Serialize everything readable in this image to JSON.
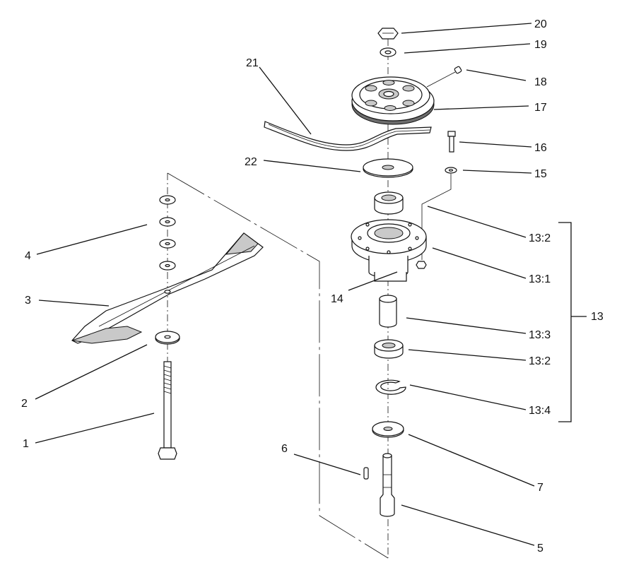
{
  "callouts": [
    {
      "id": "1",
      "text": "1"
    },
    {
      "id": "2",
      "text": "2"
    },
    {
      "id": "3",
      "text": "3"
    },
    {
      "id": "4",
      "text": "4"
    },
    {
      "id": "5",
      "text": "5"
    },
    {
      "id": "6",
      "text": "6"
    },
    {
      "id": "7",
      "text": "7"
    },
    {
      "id": "13",
      "text": "13"
    },
    {
      "id": "13-1",
      "text": "13:1"
    },
    {
      "id": "13-2a",
      "text": "13:2"
    },
    {
      "id": "13-2b",
      "text": "13:2"
    },
    {
      "id": "13-3",
      "text": "13:3"
    },
    {
      "id": "13-4",
      "text": "13:4"
    },
    {
      "id": "14",
      "text": "14"
    },
    {
      "id": "15",
      "text": "15"
    },
    {
      "id": "16",
      "text": "16"
    },
    {
      "id": "17",
      "text": "17"
    },
    {
      "id": "18",
      "text": "18"
    },
    {
      "id": "19",
      "text": "19"
    },
    {
      "id": "20",
      "text": "20"
    },
    {
      "id": "21",
      "text": "21"
    },
    {
      "id": "22",
      "text": "22"
    }
  ]
}
